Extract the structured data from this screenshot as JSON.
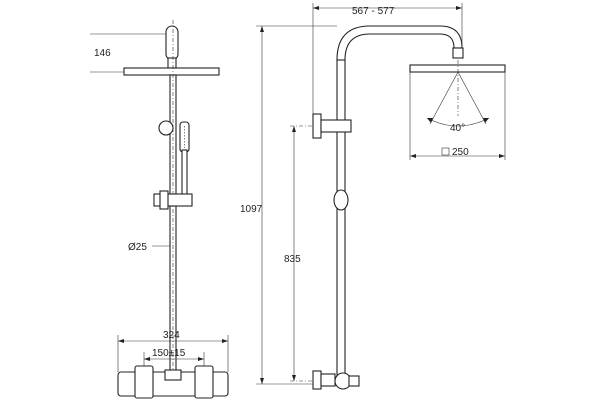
{
  "dimensions": {
    "head_height": "146",
    "pipe_diameter": "Ø25",
    "mixer_width": "324",
    "inlet_centres": "150±15",
    "total_height": "1097",
    "outlet_height": "835",
    "arm_reach": "567 - 577",
    "spray_angle": "40°",
    "head_size": "250"
  },
  "icons": {
    "square_symbol": "square-icon"
  }
}
